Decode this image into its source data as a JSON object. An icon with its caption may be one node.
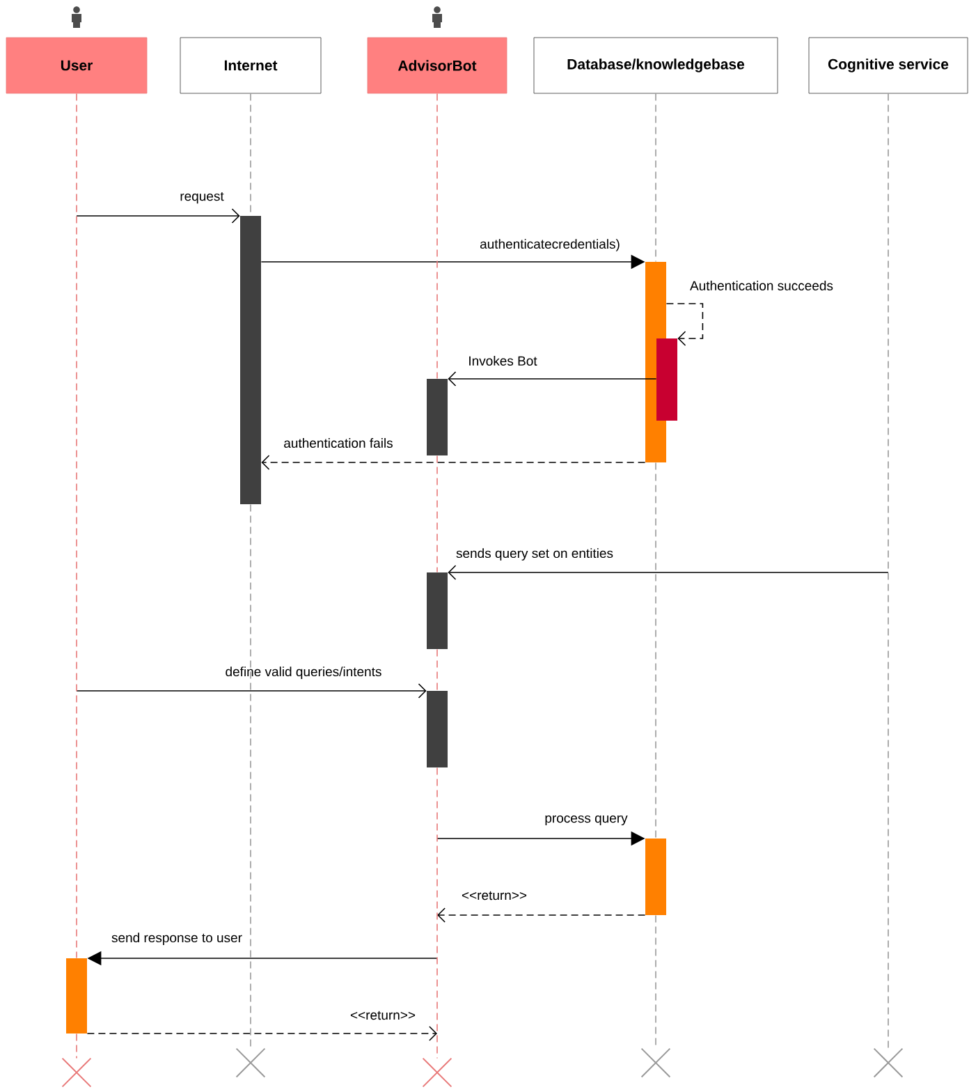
{
  "diagram": {
    "nodes": [
      {
        "text": [
          "User"
        ]
      },
      {
        "text": [
          "Internet"
        ]
      },
      {
        "text": [
          "AdvisorBot"
        ]
      },
      {
        "text": [
          "Database/knowledgebase"
        ]
      },
      {
        "text": [
          "Cognitive service"
        ]
      },
      {
        "text": [],
        "shape": "bar"
      },
      {
        "text": [],
        "shape": "bar"
      },
      {
        "text": [],
        "shape": "bar"
      },
      {
        "text": [],
        "shape": "bar"
      },
      {
        "text": [],
        "shape": "bar"
      },
      {
        "text": [],
        "shape": "bar"
      },
      {
        "text": [],
        "shape": "bar"
      },
      {
        "text": [],
        "shape": "bar"
      },
      {
        "text": [],
        "shape": "cross"
      },
      {
        "text": [],
        "shape": "cross"
      },
      {
        "text": [],
        "shape": "cross"
      },
      {
        "text": [],
        "shape": "cross"
      },
      {
        "text": [],
        "shape": "cross"
      }
    ],
    "edges": [
      {
        "from": null,
        "to": 5,
        "arrow": "to",
        "label": "request"
      },
      {
        "from": 5,
        "to": 6,
        "arrow": "to",
        "label": "authenticatecredentials)"
      },
      {
        "from": 6,
        "to": 7,
        "arrow": "to",
        "label": "Authentication succeeds",
        "style": "dashed"
      },
      {
        "from": 7,
        "to": 8,
        "arrow": "to",
        "label": "Invokes Bot"
      },
      {
        "from": 6,
        "to": 5,
        "arrow": "to",
        "label": "authentication fails",
        "style": "dashed"
      },
      {
        "from": null,
        "to": 9,
        "arrow": "to",
        "label": "sends query set on entities"
      },
      {
        "from": null,
        "to": 10,
        "arrow": "to",
        "label": "define valid queries/intents"
      },
      {
        "from": null,
        "to": 11,
        "arrow": "to",
        "label": "process query"
      },
      {
        "from": 11,
        "to": null,
        "arrow": "to",
        "label": "<<return>>",
        "style": "dashed"
      },
      {
        "from": null,
        "to": 12,
        "arrow": "to",
        "label": "send response to user"
      },
      {
        "from": 12,
        "to": null,
        "arrow": "to",
        "label": "<<return>>",
        "style": "dashed"
      },
      {
        "from": 0,
        "to": 12,
        "arrow": "none",
        "style": "dashed",
        "color": "#e87878"
      },
      {
        "from": 12,
        "to": 13,
        "arrow": "none",
        "style": "dashed",
        "color": "#e87878"
      },
      {
        "from": 1,
        "to": 5,
        "arrow": "none",
        "style": "dashed",
        "color": "#999999"
      },
      {
        "from": 5,
        "to": 14,
        "arrow": "none",
        "style": "dashed",
        "color": "#999999"
      },
      {
        "from": 2,
        "to": 8,
        "arrow": "none",
        "style": "dashed",
        "color": "#e87878"
      },
      {
        "from": 8,
        "to": 9,
        "arrow": "none",
        "style": "dashed",
        "color": "#e87878"
      },
      {
        "from": 9,
        "to": 10,
        "arrow": "none",
        "style": "dashed",
        "color": "#e87878"
      },
      {
        "from": 10,
        "to": 15,
        "arrow": "none",
        "style": "dashed",
        "color": "#e87878"
      },
      {
        "from": 3,
        "to": 6,
        "arrow": "none",
        "style": "dashed",
        "color": "#999999"
      },
      {
        "from": 6,
        "to": 11,
        "arrow": "none",
        "style": "dashed",
        "color": "#999999"
      },
      {
        "from": 11,
        "to": 16,
        "arrow": "none",
        "style": "dashed",
        "color": "#999999"
      },
      {
        "from": 4,
        "to": 17,
        "arrow": "none",
        "style": "dashed",
        "color": "#999999"
      }
    ]
  }
}
